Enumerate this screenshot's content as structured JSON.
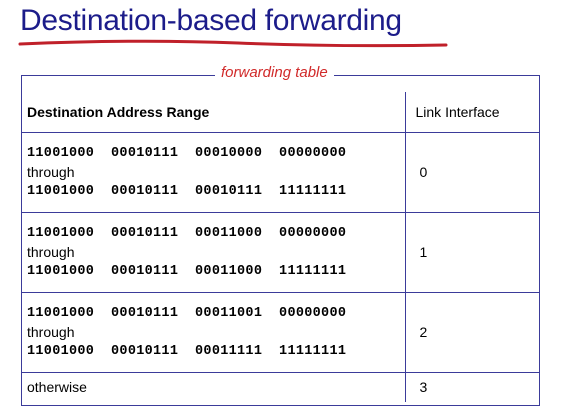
{
  "slide": {
    "title": "Destination-based forwarding",
    "accent_color": "#1c1c8a",
    "underline_color": "#c0202a"
  },
  "table": {
    "caption": "forwarding table",
    "header": {
      "range": "Destination Address Range",
      "link": "Link Interface"
    },
    "rows": [
      {
        "start": "11001000  00010111  00010000  00000000",
        "through": "through",
        "end": "11001000  00010111  00010111  11111111",
        "link": "0"
      },
      {
        "start": "11001000  00010111  00011000  00000000",
        "through": "through",
        "end": "11001000  00010111  00011000  11111111",
        "link": "1"
      },
      {
        "start": "11001000  00010111  00011001  00000000",
        "through": "through",
        "end": "11001000  00010111  00011111  11111111",
        "link": "2"
      }
    ],
    "otherwise": {
      "range": "otherwise",
      "link": "3"
    }
  }
}
